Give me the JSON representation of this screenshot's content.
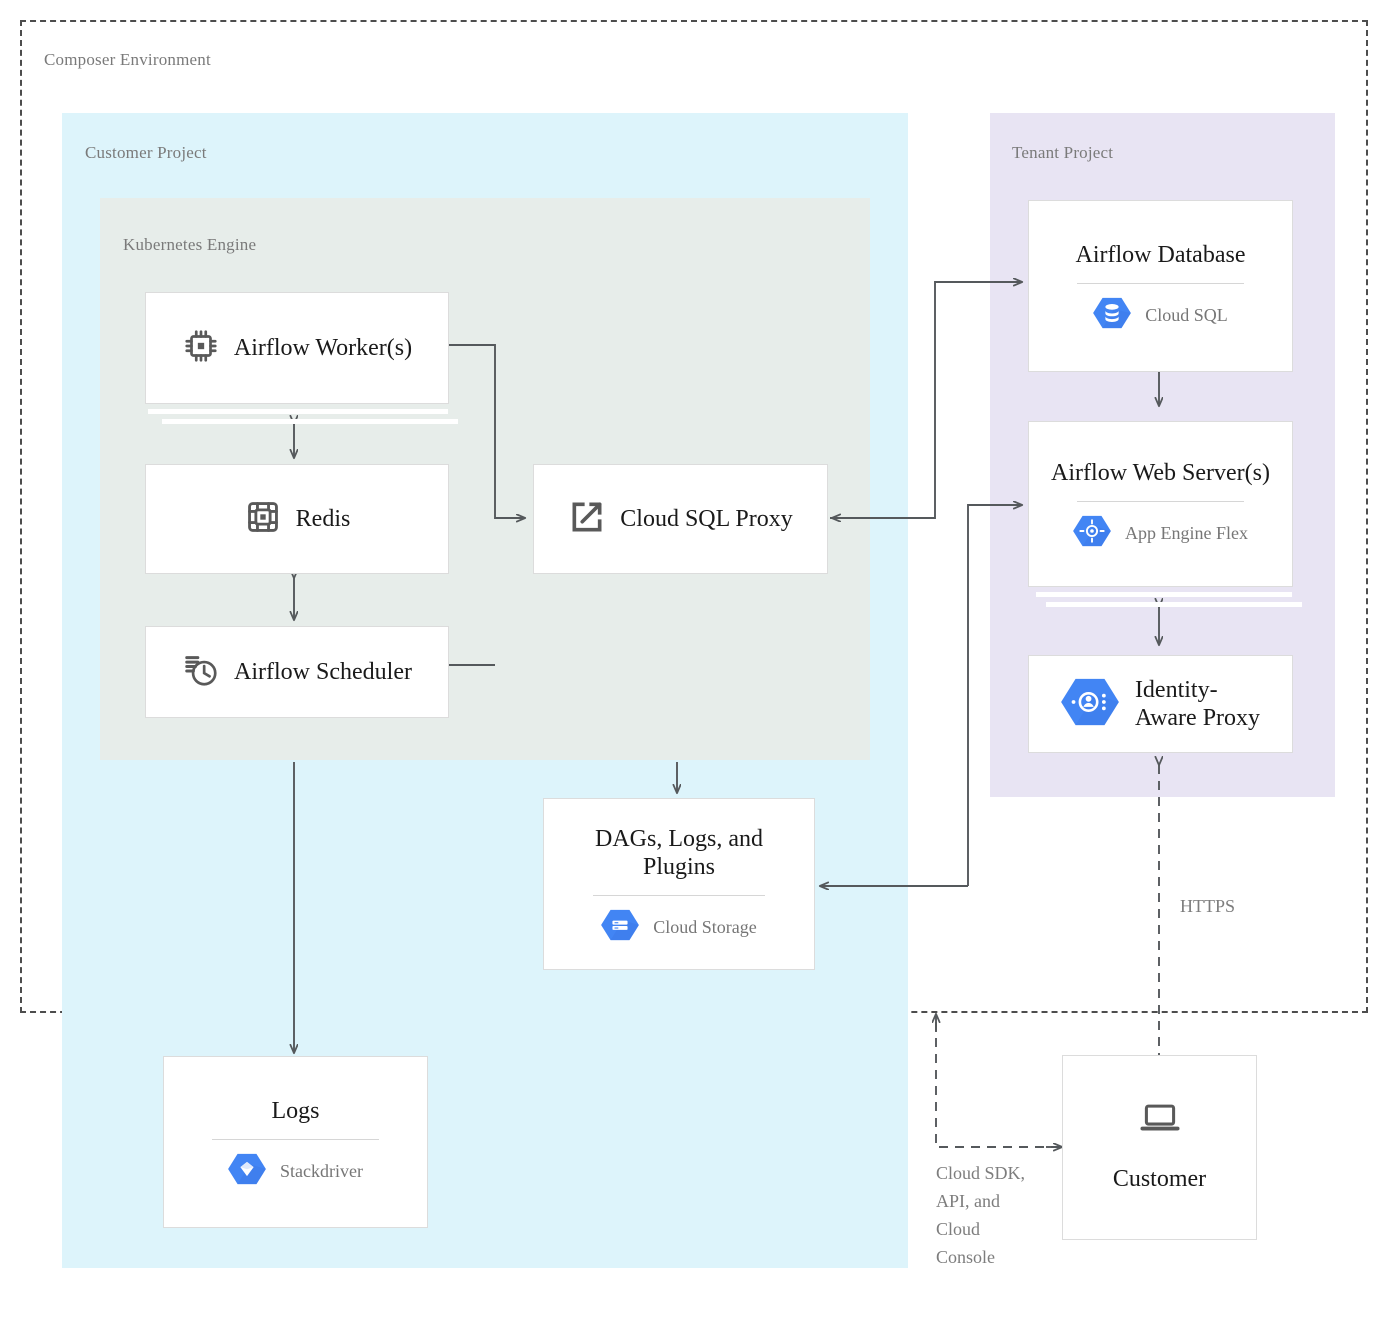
{
  "zones": {
    "composer": "Composer Environment",
    "customer_project": "Customer Project",
    "tenant_project": "Tenant Project",
    "kubernetes_engine": "Kubernetes Engine"
  },
  "nodes": {
    "airflow_workers": {
      "title": "Airflow Worker(s)",
      "icon": "cpu-chip-icon"
    },
    "redis": {
      "title": "Redis",
      "icon": "memory-chip-icon"
    },
    "airflow_scheduler": {
      "title": "Airflow Scheduler",
      "icon": "schedule-clock-icon"
    },
    "cloud_sql_proxy": {
      "title": "Cloud SQL Proxy",
      "icon": "external-link-icon"
    },
    "airflow_database": {
      "title": "Airflow Database",
      "service": "Cloud SQL",
      "icon": "cloud-sql-icon"
    },
    "airflow_web_server": {
      "title": "Airflow Web Server(s)",
      "service": "App Engine Flex",
      "icon": "app-engine-flex-icon"
    },
    "identity_aware_proxy": {
      "title": "Identity-\nAware Proxy",
      "title_line1": "Identity-",
      "title_line2": "Aware Proxy",
      "icon": "identity-aware-proxy-icon"
    },
    "dags_logs_plugins": {
      "title_line1": "DAGs, Logs, and",
      "title_line2": "Plugins",
      "service": "Cloud Storage",
      "icon": "cloud-storage-icon"
    },
    "logs": {
      "title": "Logs",
      "service": "Stackdriver",
      "icon": "stackdriver-icon"
    },
    "customer": {
      "title": "Customer",
      "icon": "laptop-icon"
    }
  },
  "edge_labels": {
    "https": "HTTPS",
    "cloud_sdk": "Cloud SDK,\nAPI, and\nCloud\nConsole",
    "cloud_sdk_line1": "Cloud SDK,",
    "cloud_sdk_line2": "API, and",
    "cloud_sdk_line3": "Cloud",
    "cloud_sdk_line4": "Console"
  },
  "colors": {
    "customer_project_bg": "#ddf4fb",
    "tenant_project_bg": "#e8e4f3",
    "kubernetes_bg": "#e7edea",
    "node_bg": "#ffffff",
    "node_border": "#dcdcdc",
    "boundary_stroke": "#4d4d4d",
    "connector_stroke": "#55595c",
    "google_blue": "#4285f4",
    "icon_dark": "#595959",
    "label_gray": "#7a7a7a"
  }
}
